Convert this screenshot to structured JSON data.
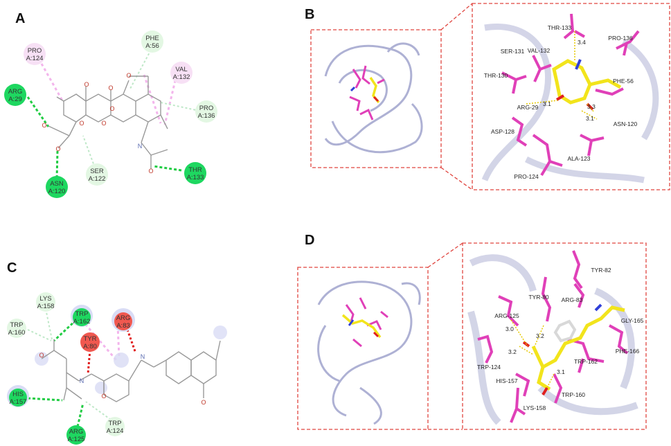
{
  "panels": {
    "A": {
      "letter": "A",
      "residues": [
        {
          "id": "pro124",
          "name": "PRO",
          "chain": "A:124",
          "color": "#e9a8e0"
        },
        {
          "id": "arg29",
          "name": "ARG",
          "chain": "A:29",
          "color": "#1ed760"
        },
        {
          "id": "asn120",
          "name": "ASN",
          "chain": "A:120",
          "color": "#1ed760"
        },
        {
          "id": "ser122",
          "name": "SER",
          "chain": "A:122",
          "color": "#d6f5d6"
        },
        {
          "id": "phe56",
          "name": "PHE",
          "chain": "A:56",
          "color": "#d6f5d6"
        },
        {
          "id": "val132",
          "name": "VAL",
          "chain": "A:132",
          "color": "#f0c2ef"
        },
        {
          "id": "pro136",
          "name": "PRO",
          "chain": "A:136",
          "color": "#d6f5d6"
        },
        {
          "id": "thr133",
          "name": "THR",
          "chain": "A:133",
          "color": "#1ed760"
        }
      ],
      "atoms": [
        "O",
        "O",
        "O",
        "O",
        "O",
        "O",
        "O",
        "O",
        "O",
        "N"
      ]
    },
    "B": {
      "letter": "B",
      "residues": [
        "THR-133",
        "PRO-136",
        "SER-131",
        "VAL-132",
        "THR-130",
        "PHE-56",
        "ARG-29",
        "ASP-128",
        "ASN-120",
        "ALA-123",
        "PRO-124"
      ],
      "distances": [
        "3.4",
        "3.1",
        "3.3",
        "3.1"
      ]
    },
    "C": {
      "letter": "C",
      "residues": [
        {
          "id": "lys158",
          "name": "LYS",
          "chain": "A:158",
          "color": "#d6f5d6"
        },
        {
          "id": "trp160",
          "name": "TRP",
          "chain": "A:160",
          "color": "#d6f5d6"
        },
        {
          "id": "trp162",
          "name": "TRP",
          "chain": "A:162",
          "color": "#1ed760"
        },
        {
          "id": "tyr80",
          "name": "TYR",
          "chain": "A:80",
          "color": "#f0584f"
        },
        {
          "id": "arg83",
          "name": "ARG",
          "chain": "A:83",
          "color": "#f0584f"
        },
        {
          "id": "his157",
          "name": "HIS",
          "chain": "A:157",
          "color": "#1ed760"
        },
        {
          "id": "arg125",
          "name": "ARG",
          "chain": "A:125",
          "color": "#1ed760"
        },
        {
          "id": "trp124",
          "name": "TRP",
          "chain": "A:124",
          "color": "#d6f5d6"
        }
      ],
      "atoms": [
        "O",
        "N",
        "O",
        "N",
        "O"
      ]
    },
    "D": {
      "letter": "D",
      "residues": [
        "TYR-82",
        "TYR-80",
        "ARG-83",
        "ARG-125",
        "GLY-165",
        "PHE-166",
        "TRP-124",
        "HIS-157",
        "TRP-162",
        "TRP-160",
        "LYS-158"
      ],
      "distances": [
        "3.0",
        "3.2",
        "3.2",
        "3.1"
      ]
    }
  },
  "colors": {
    "frame": "#e0453f",
    "ribbon": "#c9cbe2",
    "stick": "#e040b8",
    "ligand": "#f2e41c",
    "nitrogen": "#3040d8",
    "oxygen": "#e02020",
    "hbond": "#22cc44",
    "pi": "#f07bd8",
    "charge": "#e01818"
  }
}
